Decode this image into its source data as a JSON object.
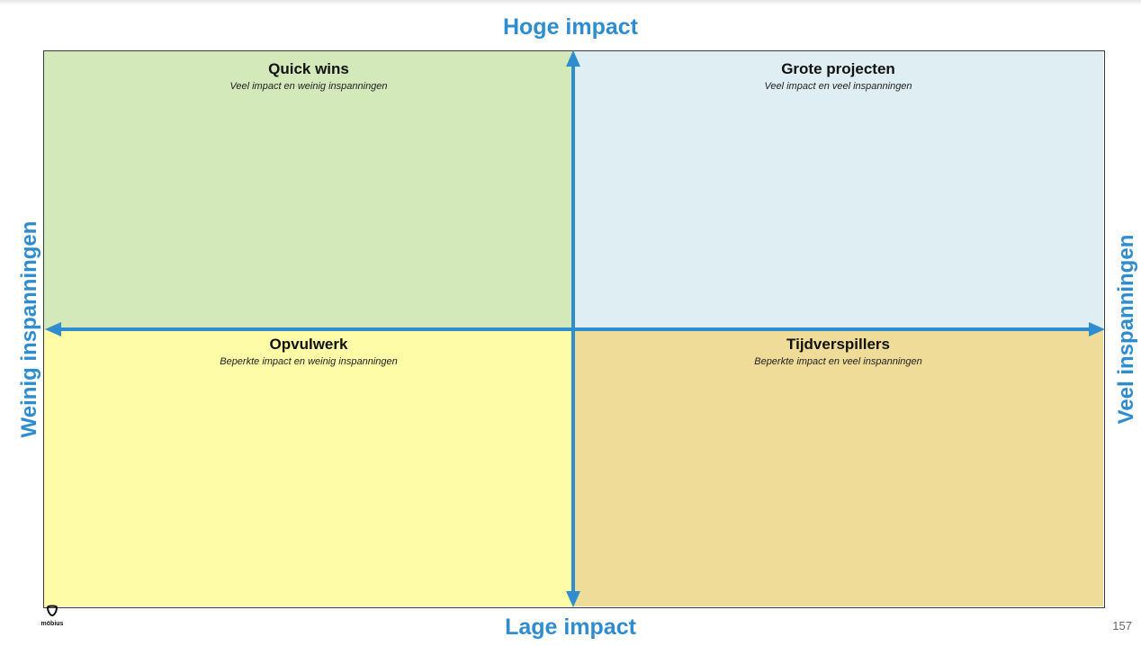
{
  "axes": {
    "top": "Hoge impact",
    "bottom": "Lage impact",
    "left": "Weinig inspanningen",
    "right": "Veel inspanningen"
  },
  "quadrants": {
    "top_left": {
      "title": "Quick wins",
      "subtitle": "Veel impact en weinig inspanningen"
    },
    "top_right": {
      "title": "Grote projecten",
      "subtitle": "Veel impact en veel inspanningen"
    },
    "bottom_left": {
      "title": "Opvulwerk",
      "subtitle": "Beperkte impact en weinig inspanningen"
    },
    "bottom_right": {
      "title": "Tijdverspillers",
      "subtitle": "Beperkte impact en veel inspanningen"
    }
  },
  "logo": {
    "text": "möbius"
  },
  "page_number": "157",
  "colors": {
    "axis_blue": "#2f8ccf",
    "quick_wins": "#d3e9ba",
    "grote_projecten": "#deeef2",
    "opvulwerk": "#fefca6",
    "tijdverspillers": "#efdc98"
  }
}
